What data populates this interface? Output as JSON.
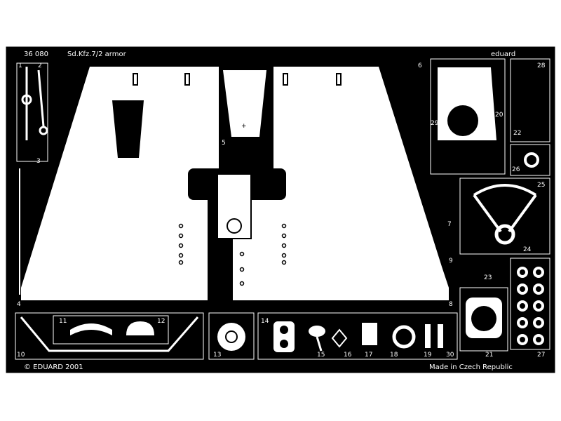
{
  "header": {
    "title": "Sd.Kfz.7/2 armor",
    "code": "36 080",
    "logo": "eduard",
    "copyright": "© EDUARD 2001",
    "origin": "Made in Czech Republic"
  },
  "part_numbers": {
    "p1": "1",
    "p2": "2",
    "p3": "3",
    "p4": "4",
    "p5": "5",
    "p6": "6",
    "p7": "7",
    "p8": "8",
    "p9": "9",
    "p10": "10",
    "p11": "11",
    "p12": "12",
    "p13": "13",
    "p14": "14",
    "p15": "15",
    "p16": "16",
    "p17": "17",
    "p18": "18",
    "p19": "19",
    "p20": "20",
    "p21": "21",
    "p22": "22",
    "p23": "23",
    "p24": "24",
    "p25": "25",
    "p26": "26",
    "p27": "27",
    "p28": "28",
    "p29": "29",
    "p30": "30"
  },
  "colors": {
    "fret": "#000000",
    "part": "#ffffff",
    "background": "#ffffff"
  }
}
